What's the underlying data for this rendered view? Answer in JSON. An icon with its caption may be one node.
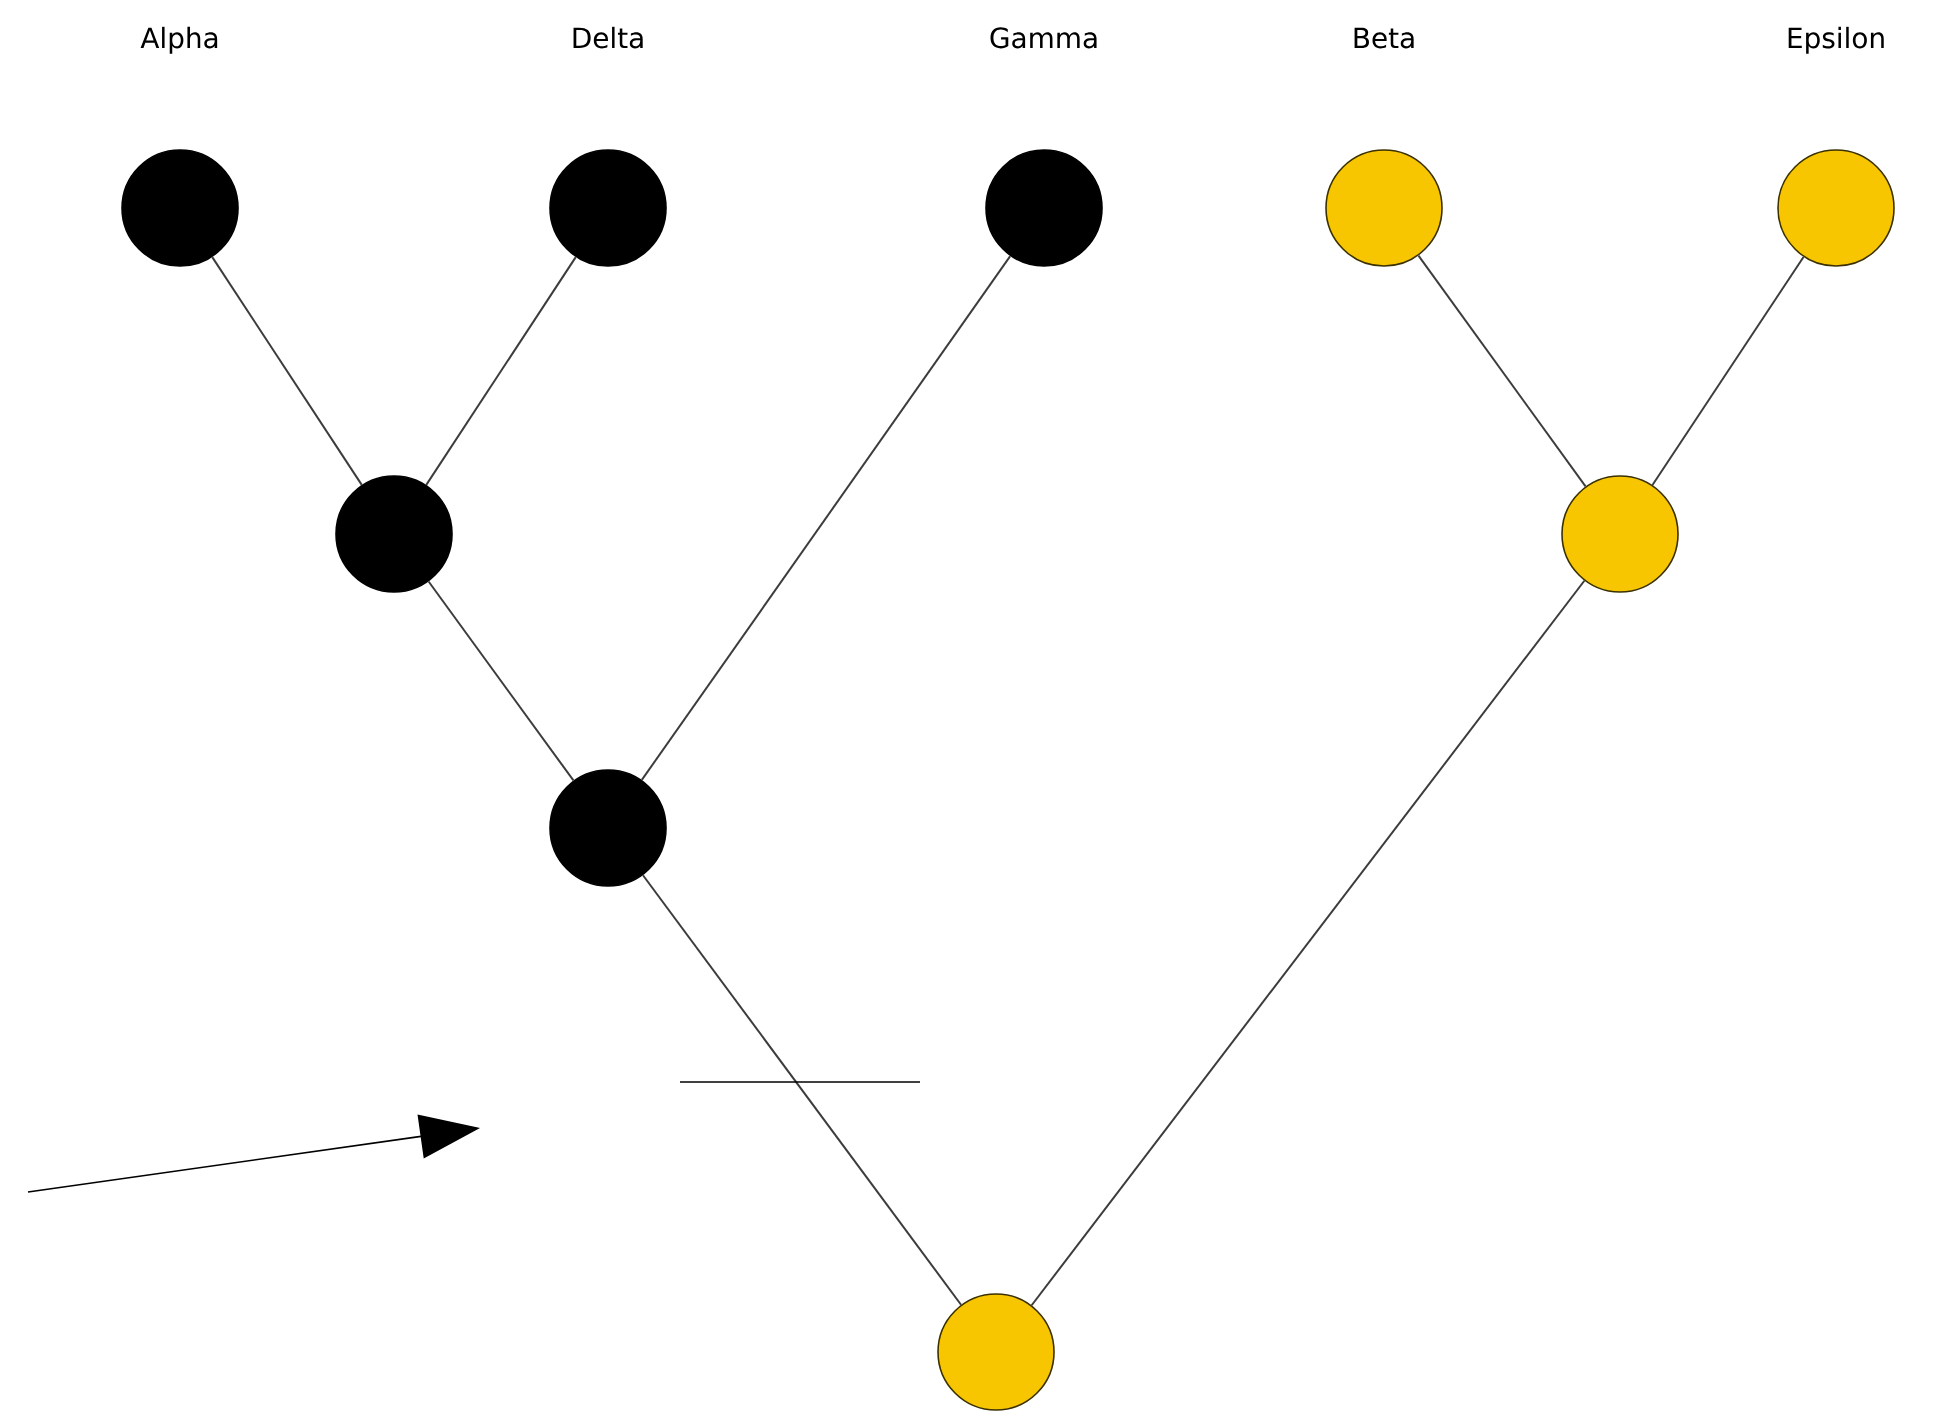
{
  "diagram": {
    "nodes": [
      {
        "text": [
          "Alpha"
        ]
      },
      {
        "text": [
          "Delta"
        ]
      },
      {
        "text": [
          "Gamma"
        ]
      },
      {
        "text": [
          "Beta"
        ]
      },
      {
        "text": [
          "Epsilon"
        ]
      },
      {
        "text": [],
        "shape": "circle"
      },
      {
        "text": [],
        "shape": "circle"
      },
      {
        "text": [],
        "shape": "circle"
      },
      {
        "text": [],
        "shape": "circle"
      }
    ],
    "edges": [
      {
        "from": 0,
        "to": 5,
        "arrow": "none"
      },
      {
        "from": 1,
        "to": 5,
        "arrow": "none"
      },
      {
        "from": 3,
        "to": 6,
        "arrow": "none"
      },
      {
        "from": 4,
        "to": 6,
        "arrow": "none"
      },
      {
        "from": 5,
        "to": 7,
        "arrow": "none"
      },
      {
        "from": 2,
        "to": 7,
        "arrow": "none"
      },
      {
        "from": 7,
        "to": 8,
        "arrow": "none"
      },
      {
        "from": 6,
        "to": 8,
        "arrow": "none"
      }
    ]
  }
}
